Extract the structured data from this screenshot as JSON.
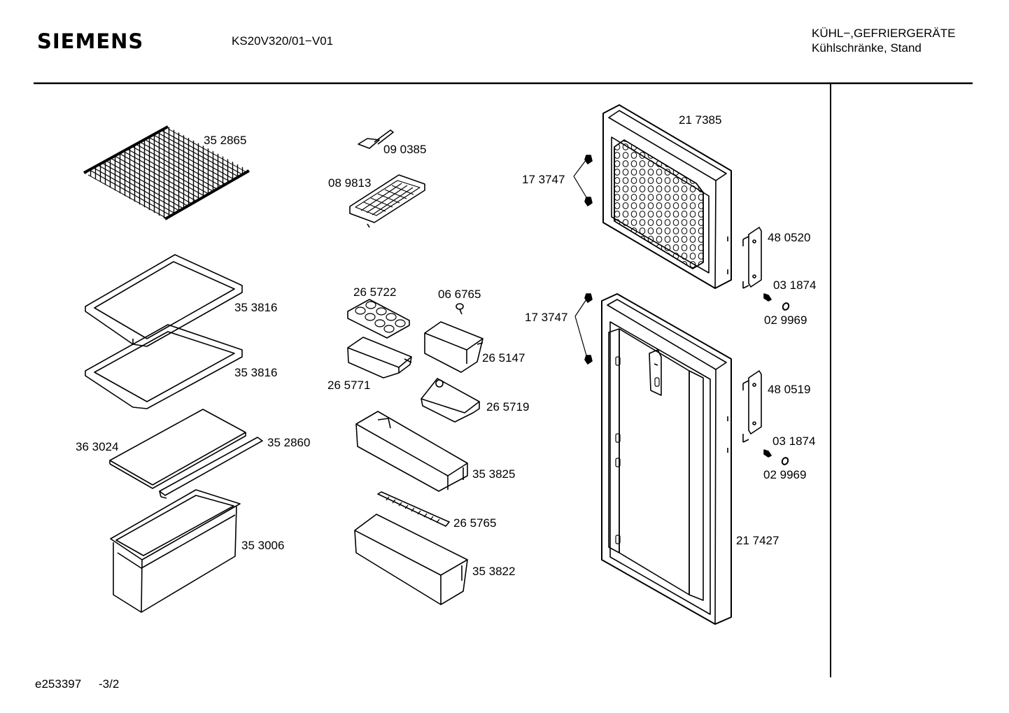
{
  "header": {
    "brand": "SIEMENS",
    "model": "KS20V320/01−V01",
    "category_line1": "KÜHL−,GEFRIERGERÄTE",
    "category_line2": "Kühlschränke, Stand"
  },
  "footer": {
    "doc_id": "e253397",
    "page": "-3/2"
  },
  "parts": [
    {
      "id": "p01",
      "number": "35 2865"
    },
    {
      "id": "p02",
      "number": "09 0385"
    },
    {
      "id": "p03",
      "number": "08 9813"
    },
    {
      "id": "p04",
      "number": "21 7385"
    },
    {
      "id": "p05",
      "number": "17 3747"
    },
    {
      "id": "p06",
      "number": "48 0520"
    },
    {
      "id": "p07",
      "number": "35 3816"
    },
    {
      "id": "p08",
      "number": "26 5722"
    },
    {
      "id": "p09",
      "number": "06 6765"
    },
    {
      "id": "p10",
      "number": "03 1874"
    },
    {
      "id": "p11",
      "number": "17 3747"
    },
    {
      "id": "p12",
      "number": "02 9969"
    },
    {
      "id": "p13",
      "number": "26 5147"
    },
    {
      "id": "p14",
      "number": "35 3816"
    },
    {
      "id": "p15",
      "number": "26 5771"
    },
    {
      "id": "p16",
      "number": "48 0519"
    },
    {
      "id": "p17",
      "number": "26 5719"
    },
    {
      "id": "p18",
      "number": "36 3024"
    },
    {
      "id": "p19",
      "number": "35 2860"
    },
    {
      "id": "p20",
      "number": "03 1874"
    },
    {
      "id": "p21",
      "number": "35 3825"
    },
    {
      "id": "p22",
      "number": "02 9969"
    },
    {
      "id": "p23",
      "number": "26 5765"
    },
    {
      "id": "p24",
      "number": "21 7427"
    },
    {
      "id": "p25",
      "number": "35 3006"
    },
    {
      "id": "p26",
      "number": "35 3822"
    }
  ]
}
